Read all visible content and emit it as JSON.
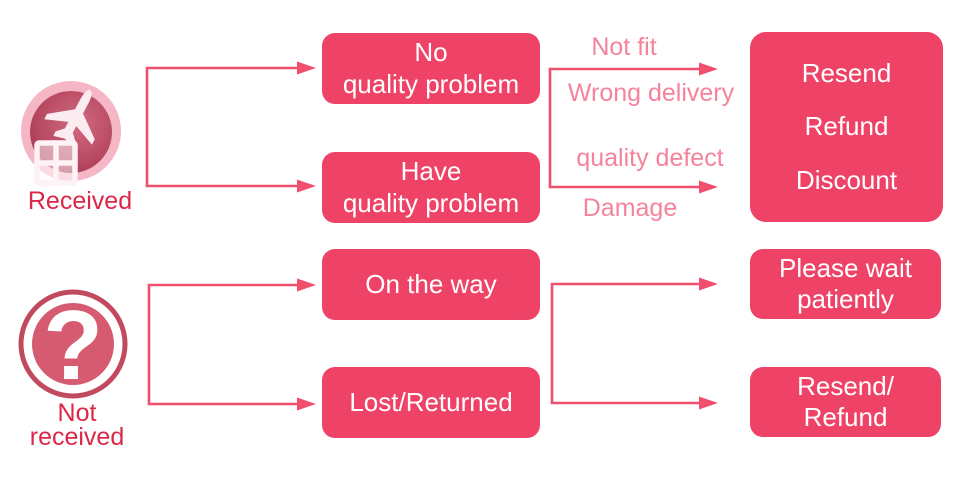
{
  "colors": {
    "box_fill": "#ee4266",
    "box_text": "#ffffff",
    "arrow_line": "#f0506e",
    "reason_label_text": "#f4839b",
    "caption_text": "#dc2749",
    "icon_outer_pink": "#f5b6c6",
    "icon_inner_rose": "#b84a62",
    "icon_ring": "#c24a5e",
    "icon_question_fill": "#d65b71"
  },
  "received_flow": {
    "caption": "Received",
    "icon": "airplane-package-icon",
    "branches": [
      {
        "label": "No\nquality problem"
      },
      {
        "label": "Have\nquality problem"
      }
    ],
    "reasons": [
      {
        "label": "Not fit"
      },
      {
        "label": "Wrong delivery"
      },
      {
        "label": "quality defect"
      },
      {
        "label": "Damage"
      }
    ],
    "outcome": {
      "lines": [
        "Resend",
        "Refund",
        "Discount"
      ]
    }
  },
  "not_received_flow": {
    "caption": "Not\nreceived",
    "icon": "question-mark-icon",
    "branches": [
      {
        "label": "On the way"
      },
      {
        "label": "Lost/Returned"
      }
    ],
    "outcomes": [
      {
        "label": "Please wait\npatiently"
      },
      {
        "label": "Resend/\nRefund"
      }
    ]
  },
  "icons": {
    "question_glyph": "?"
  }
}
